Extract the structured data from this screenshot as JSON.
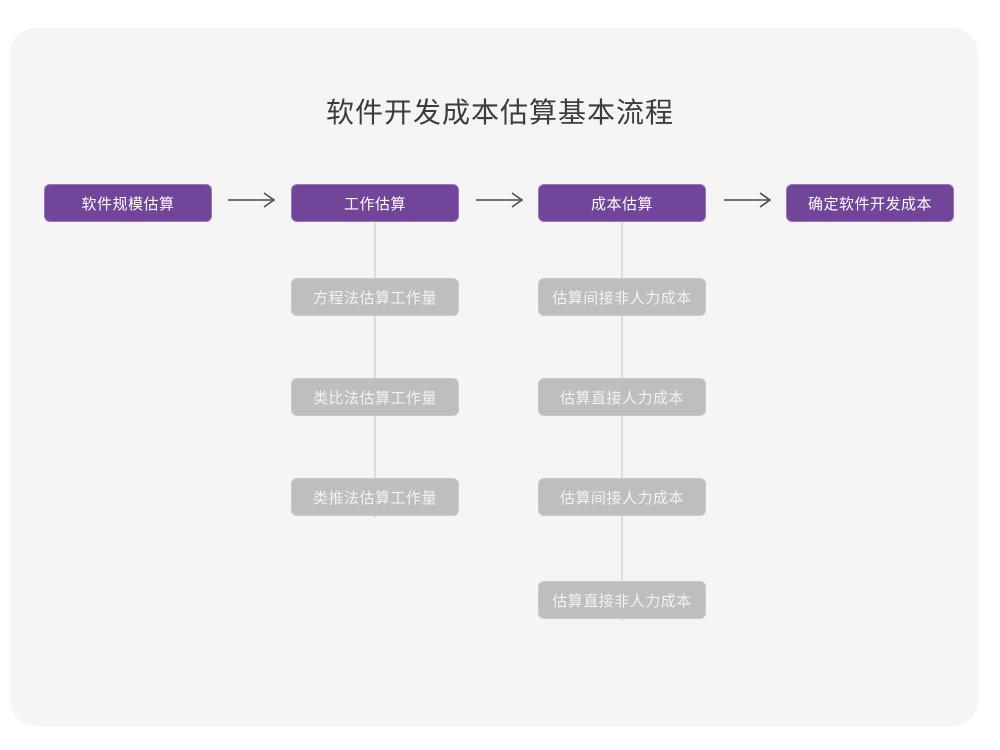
{
  "page": {
    "title": "软件开发成本估算基本流程",
    "background_color": "#ffffff",
    "card_color": "#f5f5f6",
    "primary_color": "#70459a",
    "secondary_color": "#bebebe",
    "connector_color": "#dcdcdc",
    "arrow_color": "#4a4a4a"
  },
  "flow": {
    "main_steps": [
      {
        "label": "软件规模估算"
      },
      {
        "label": "工作估算"
      },
      {
        "label": "成本估算"
      },
      {
        "label": "确定软件开发成本"
      }
    ],
    "arrows": [
      {
        "name": "arrow-1",
        "glyph": "→"
      },
      {
        "name": "arrow-2",
        "glyph": "→"
      },
      {
        "name": "arrow-3",
        "glyph": "→"
      }
    ],
    "branches": [
      {
        "parent": "工作估算",
        "items": [
          {
            "label": "方程法估算工作量"
          },
          {
            "label": "类比法估算工作量"
          },
          {
            "label": "类推法估算工作量"
          }
        ]
      },
      {
        "parent": "成本估算",
        "items": [
          {
            "label": "估算间接非人力成本"
          },
          {
            "label": "估算直接人力成本"
          },
          {
            "label": "估算间接人力成本"
          },
          {
            "label": "估算直接非人力成本"
          }
        ]
      }
    ]
  }
}
